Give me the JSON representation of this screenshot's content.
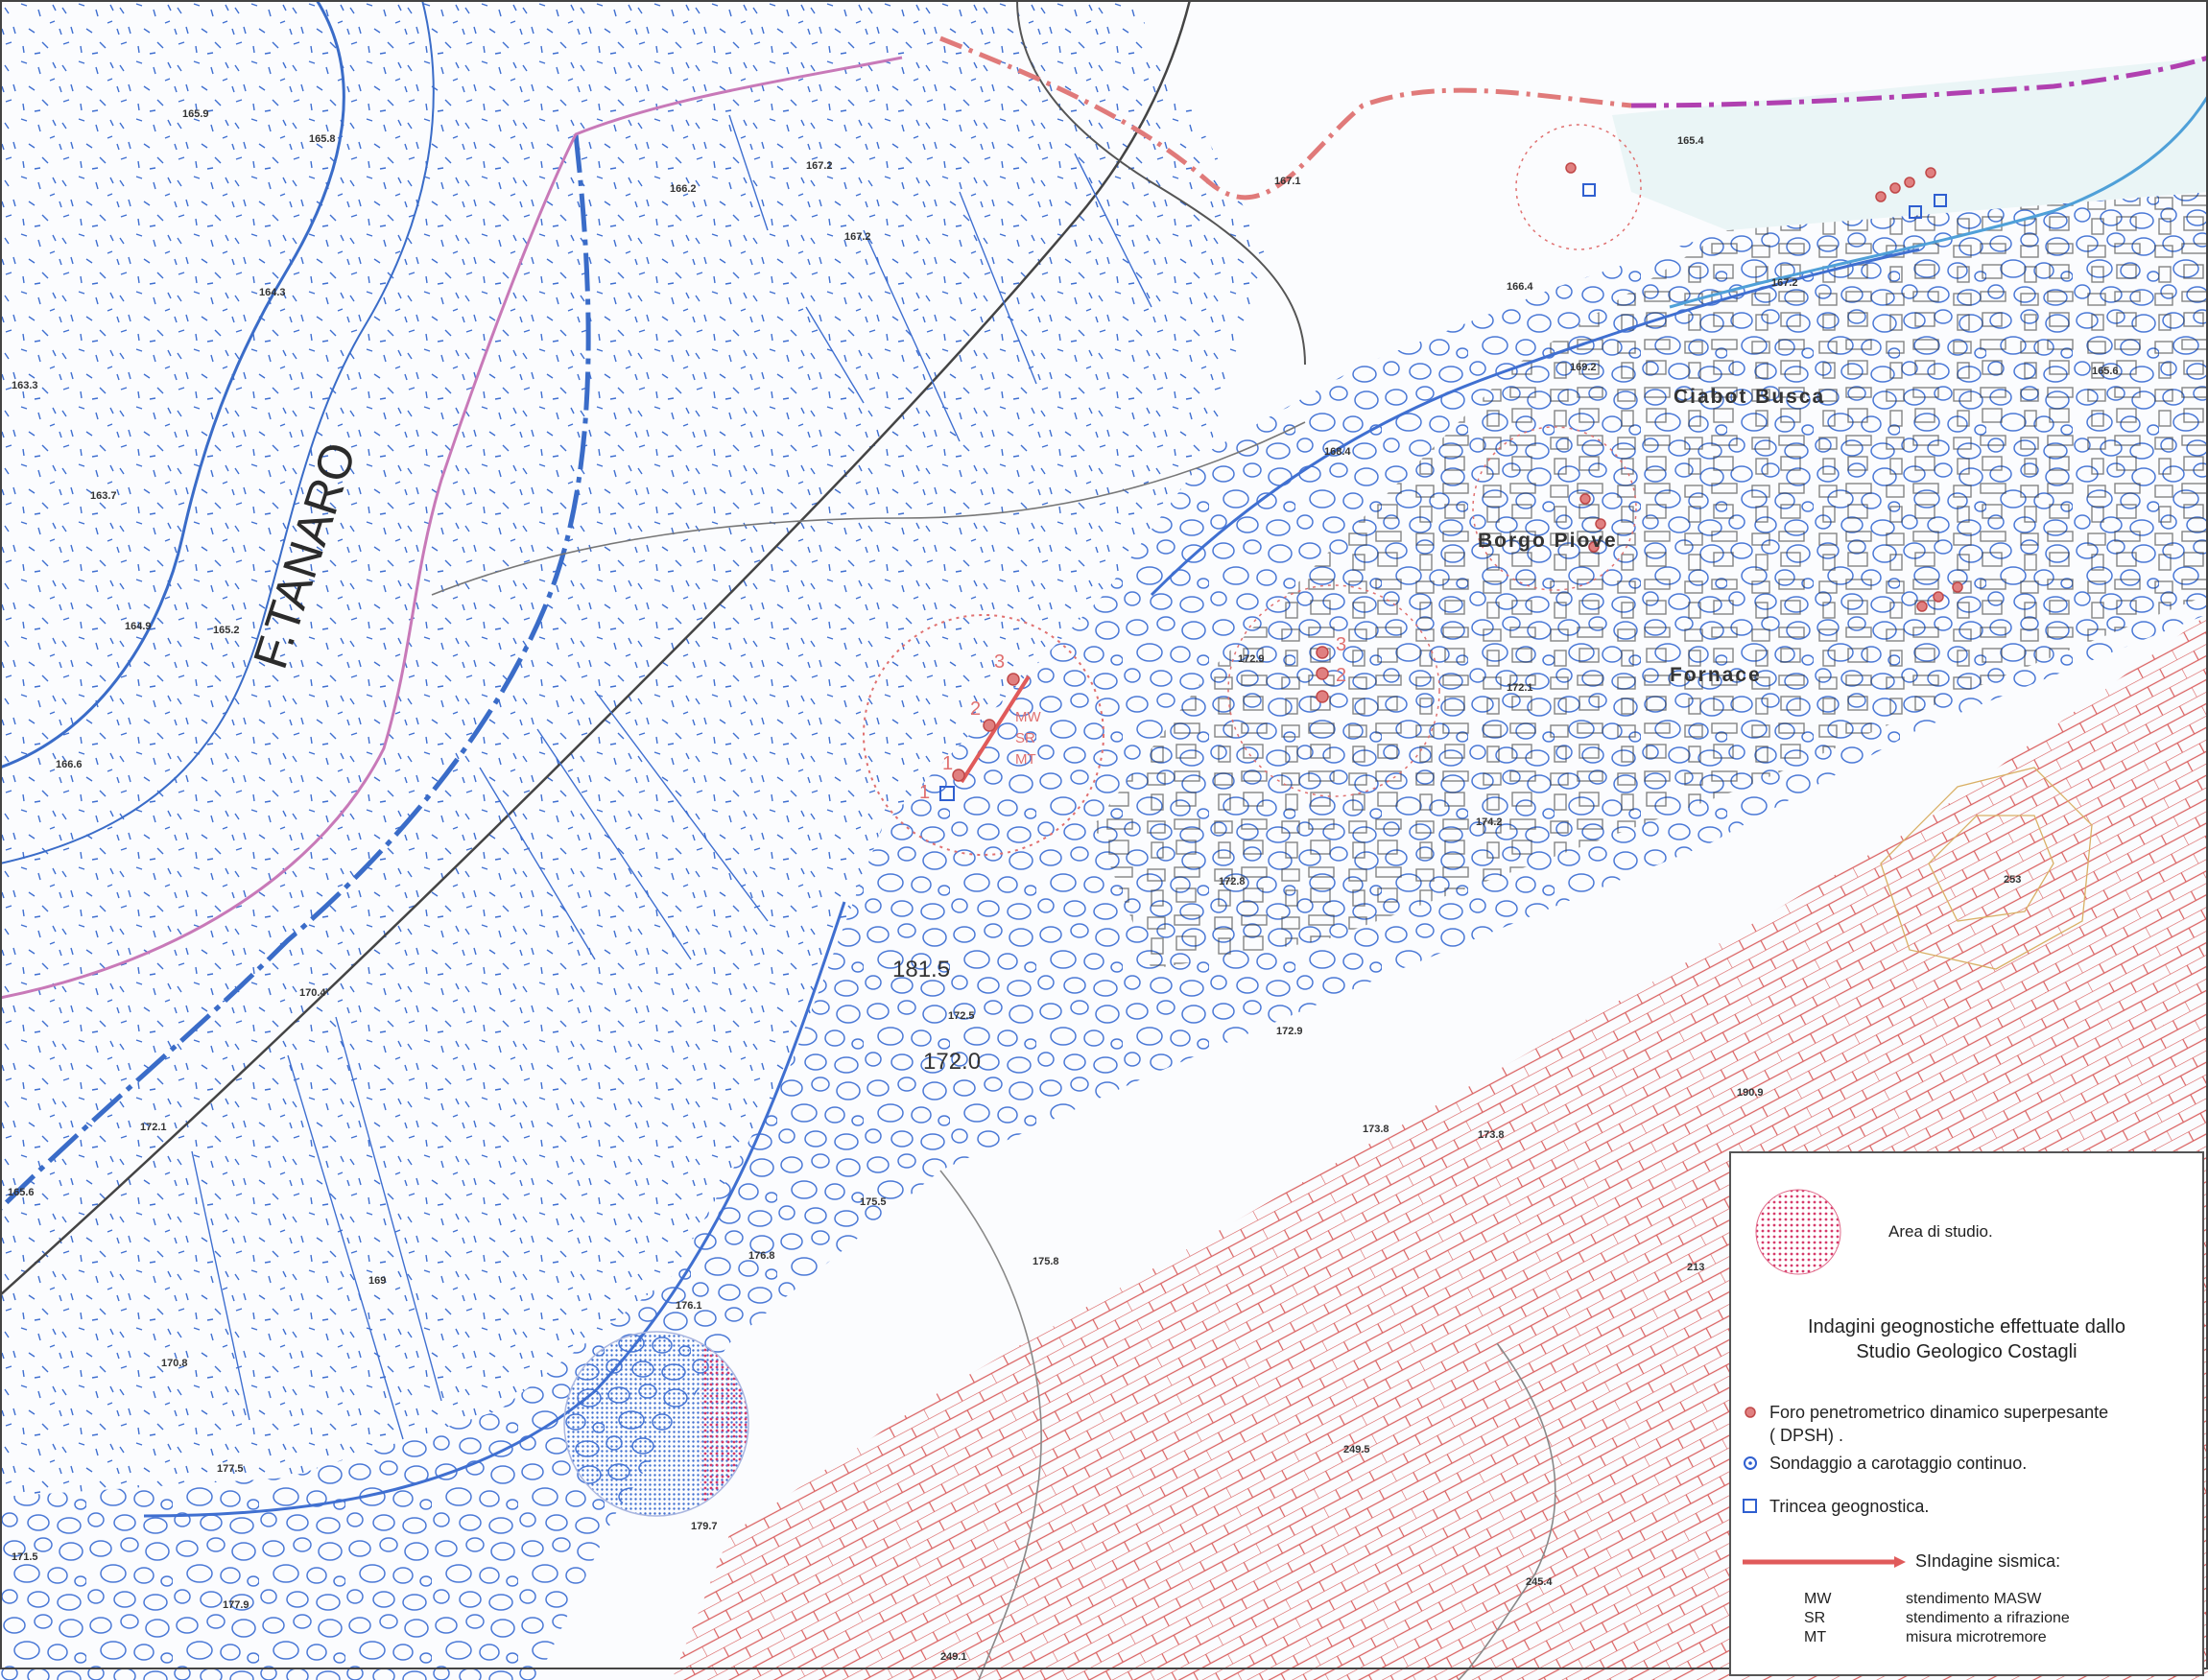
{
  "places": [
    {
      "id": "ciabot-busca",
      "label": "Ciabot  Busca"
    },
    {
      "id": "borgo-piove",
      "label": "Borgo  Piove"
    },
    {
      "id": "fornace",
      "label": "Fornace"
    }
  ],
  "river_label": "F.TANARO",
  "elevations": [
    "165.9",
    "165.8",
    "164.3",
    "163.3",
    "163.7",
    "164.9",
    "165.2",
    "166.6",
    "166.2",
    "167.2",
    "167.2",
    "167.1",
    "166.4",
    "167.2",
    "169.2",
    "165.4",
    "165.6",
    "168.4",
    "172.1",
    "172.9",
    "172.8",
    "174.2",
    "172.9",
    "172.5",
    "173.8",
    "173.8",
    "175.5",
    "175.8",
    "176.1",
    "176.8",
    "170.4",
    "172.1",
    "170.8",
    "177.5",
    "171.5",
    "177.9",
    "179.7",
    "165.6",
    "169",
    "213",
    "190.9",
    "249.5",
    "245.4",
    "249.1",
    "181.5",
    "172.0",
    "253"
  ],
  "survey": {
    "numbers_west": [
      "1",
      "2",
      "3",
      "1"
    ],
    "numbers_east": [
      "3",
      "2"
    ],
    "codes": [
      "MW",
      "SR",
      "MT"
    ]
  },
  "legend": {
    "study_area": "Area di studio.",
    "heading_line1": "Indagini geognostiche effettuate dallo",
    "heading_line2": "Studio Geologico Costagli",
    "dpsh_line1": "Foro penetrometrico dinamico superpesante",
    "dpsh_line2": "( DPSH)  .",
    "borehole": "Sondaggio a carotaggio continuo.",
    "trench": "Trincea geognostica.",
    "seismic": "SIndagine sismica:",
    "codes": [
      {
        "code": "MW",
        "desc": "stendimento MASW"
      },
      {
        "code": "SR",
        "desc": "stendimento a rifrazione"
      },
      {
        "code": "MT",
        "desc": "misura microtremore"
      }
    ]
  },
  "colors": {
    "alluvial_blue": "#3f6fd0",
    "river_blue": "#3a6cc8",
    "bedrock_red": "#d96060",
    "survey_red": "#e05a5a",
    "study_area_pink": "#d63a6a",
    "canal_purple": "#b040b0"
  }
}
